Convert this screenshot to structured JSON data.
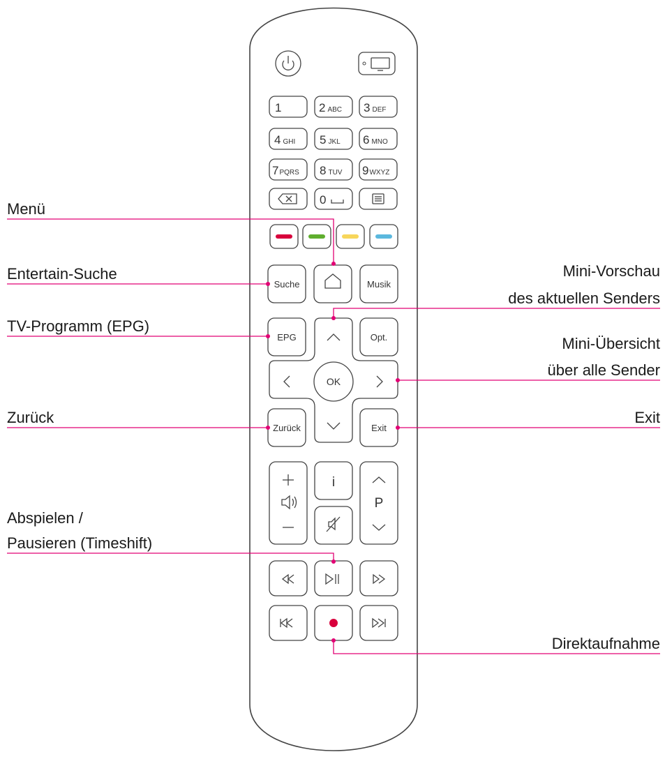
{
  "colors": {
    "outline": "#444444",
    "leader": "#e20074",
    "red": "#d8003c",
    "green": "#5fae2e",
    "yellow": "#f7d65b",
    "blue": "#5bb8de"
  },
  "keys": {
    "power_icon": "power-icon",
    "tv_icon": "tv-icon",
    "num1": "1",
    "num2": "2",
    "num2_sub": "ABC",
    "num3": "3",
    "num3_sub": "DEF",
    "num4": "4",
    "num4_sub": "GHI",
    "num5": "5",
    "num5_sub": "JKL",
    "num6": "6",
    "num6_sub": "MNO",
    "num7": "7",
    "num7_sub": "PQRS",
    "num8": "8",
    "num8_sub": "TUV",
    "num9": "9",
    "num9_sub": "WXYZ",
    "num0": "0",
    "suche": "Suche",
    "musik": "Musik",
    "epg": "EPG",
    "opt": "Opt.",
    "ok": "OK",
    "zurueck": "Zurück",
    "exit": "Exit",
    "info": "i",
    "prog": "P"
  },
  "labels": {
    "menu": "Menü",
    "search": "Entertain-Suche",
    "epg": "TV-Programm (EPG)",
    "back": "Zurück",
    "play_1": "Abspielen /",
    "play_2": "Pausieren (Timeshift)",
    "preview_1": "Mini-Vorschau",
    "preview_2": "des aktuellen Senders",
    "overview_1": "Mini-Übersicht",
    "overview_2": "über alle Sender",
    "exit": "Exit",
    "record": "Direktaufnahme"
  }
}
